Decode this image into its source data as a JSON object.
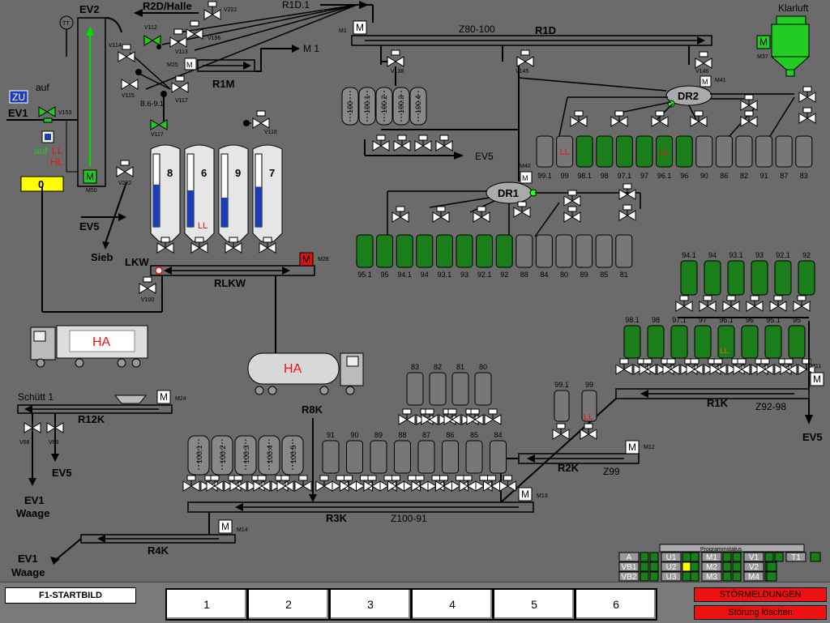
{
  "labels": {
    "ev2": "EV2",
    "r2d_halle": "R2D/Halle",
    "r1d1": "R1D.1",
    "r1d": "R1D",
    "z80_100": "Z80-100",
    "m1": "M 1",
    "r1m": "R1M",
    "b6_9_1": "B.6-9.1",
    "ev1": "EV1",
    "zu": "ZU",
    "auf": "auf",
    "ll": "LL",
    "hl": "HL",
    "auf2": "auf",
    "counter": "0",
    "ev5_left": "EV5",
    "sieb": "Sieb",
    "lkw": "LKW",
    "rlkw": "RLKW",
    "klarluft": "Klarluft",
    "dr1": "DR1",
    "dr2": "DR2",
    "ev5_mid": "EV5",
    "ha1": "HA",
    "ha2": "HA",
    "schutt1": "Schütt 1",
    "r12k": "R12K",
    "ev5_l2": "EV5",
    "ev1_waage1": "EV1",
    "waage1": "Waage",
    "ev1_waage2": "EV1",
    "waage2": "Waage",
    "r8k": "R8K",
    "r3k": "R3K",
    "z100_91": "Z100-91",
    "r4k": "R4K",
    "r2k": "R2K",
    "z99": "Z99",
    "r1k": "R1K",
    "z92_98": "Z92-98",
    "ev5_right": "EV5",
    "programmstatus": "Programmstatus"
  },
  "tags": {
    "v202": "V202",
    "v112": "V112",
    "v196": "V196",
    "v114": "V114",
    "v113": "V113",
    "m25": "M25",
    "v115": "V115",
    "v117a": "V117",
    "v153": "V153",
    "m50": "M50",
    "v117b": "V117",
    "v118": "V118",
    "v222": "V222",
    "m28": "M28",
    "v100": "V100",
    "m1": "M1",
    "v138": "V138",
    "v145": "V145",
    "v146": "V146",
    "m41": "M41",
    "m37": "M37",
    "m40": "M40",
    "m24": "M24",
    "v68": "V68",
    "v69": "V69",
    "m14": "M14",
    "m13": "M13",
    "m12": "M12",
    "m11": "M11",
    "motor": "M"
  },
  "silos_lkw": [
    "8",
    "6",
    "9",
    "7"
  ],
  "silo_ll": "LL",
  "bins_top": [
    "100",
    "100.1",
    "100.2",
    "100.3",
    "100.4"
  ],
  "dr2_cells": [
    {
      "id": "99.1",
      "on": false
    },
    {
      "id": "99",
      "on": false,
      "ll": "LL"
    },
    {
      "id": "98.1",
      "on": true
    },
    {
      "id": "98",
      "on": true
    },
    {
      "id": "97.1",
      "on": true
    },
    {
      "id": "97",
      "on": true
    },
    {
      "id": "96.1",
      "on": true,
      "ll": "LL"
    },
    {
      "id": "96",
      "on": true
    },
    {
      "id": "90",
      "on": false
    },
    {
      "id": "86",
      "on": false
    },
    {
      "id": "82",
      "on": false
    },
    {
      "id": "91",
      "on": false
    },
    {
      "id": "87",
      "on": false
    },
    {
      "id": "83",
      "on": false
    }
  ],
  "dr1_cells": [
    {
      "id": "95.1",
      "on": true
    },
    {
      "id": "95",
      "on": true
    },
    {
      "id": "94.1",
      "on": true
    },
    {
      "id": "94",
      "on": true
    },
    {
      "id": "93.1",
      "on": true
    },
    {
      "id": "93",
      "on": true
    },
    {
      "id": "92.1",
      "on": true
    },
    {
      "id": "92",
      "on": true
    },
    {
      "id": "88",
      "on": false
    },
    {
      "id": "84",
      "on": false
    },
    {
      "id": "80",
      "on": false
    },
    {
      "id": "89",
      "on": false
    },
    {
      "id": "85",
      "on": false
    },
    {
      "id": "81",
      "on": false
    }
  ],
  "r1k_upper": [
    "94.1",
    "94",
    "93.1",
    "93",
    "92.1",
    "92"
  ],
  "r1k_lower": [
    {
      "id": "98.1"
    },
    {
      "id": "98"
    },
    {
      "id": "97.1"
    },
    {
      "id": "97"
    },
    {
      "id": "96.1",
      "ll": "LL"
    },
    {
      "id": "96"
    },
    {
      "id": "95.1"
    },
    {
      "id": "95"
    }
  ],
  "r3k_bins": [
    "100.1",
    "100.2",
    "100.3",
    "100.4",
    "100.5"
  ],
  "r3k_cells": [
    "91",
    "90",
    "89",
    "88",
    "87",
    "86",
    "85",
    "84"
  ],
  "r3k_upper": [
    "83",
    "82",
    "81",
    "80"
  ],
  "r2k_cells": [
    {
      "id": "99.1"
    },
    {
      "id": "99",
      "ll": "LL"
    }
  ],
  "status_panel": {
    "rows": [
      [
        "A",
        "U1",
        "M1",
        "V1",
        "T1"
      ],
      [
        "VB1",
        "U2",
        "M2",
        "V2",
        ""
      ],
      [
        "VB2",
        "U3",
        "M3",
        "M4",
        ""
      ]
    ]
  },
  "bottom": {
    "start": "F1-STARTBILD",
    "keys": [
      "1",
      "2",
      "3",
      "4",
      "5",
      "6"
    ],
    "stoermeldungen": "STÖRMELDUNGEN",
    "stoerung_loeschen": "Störung löschen"
  },
  "colors": {
    "background": "#6b6b6b",
    "active_cell": "#1a7f1a",
    "inactive_cell": "#777777",
    "motor_on": "#22cc22",
    "motor_fault": "#dd1111",
    "alarm": "#ee1111",
    "counter": "#ffff00"
  }
}
